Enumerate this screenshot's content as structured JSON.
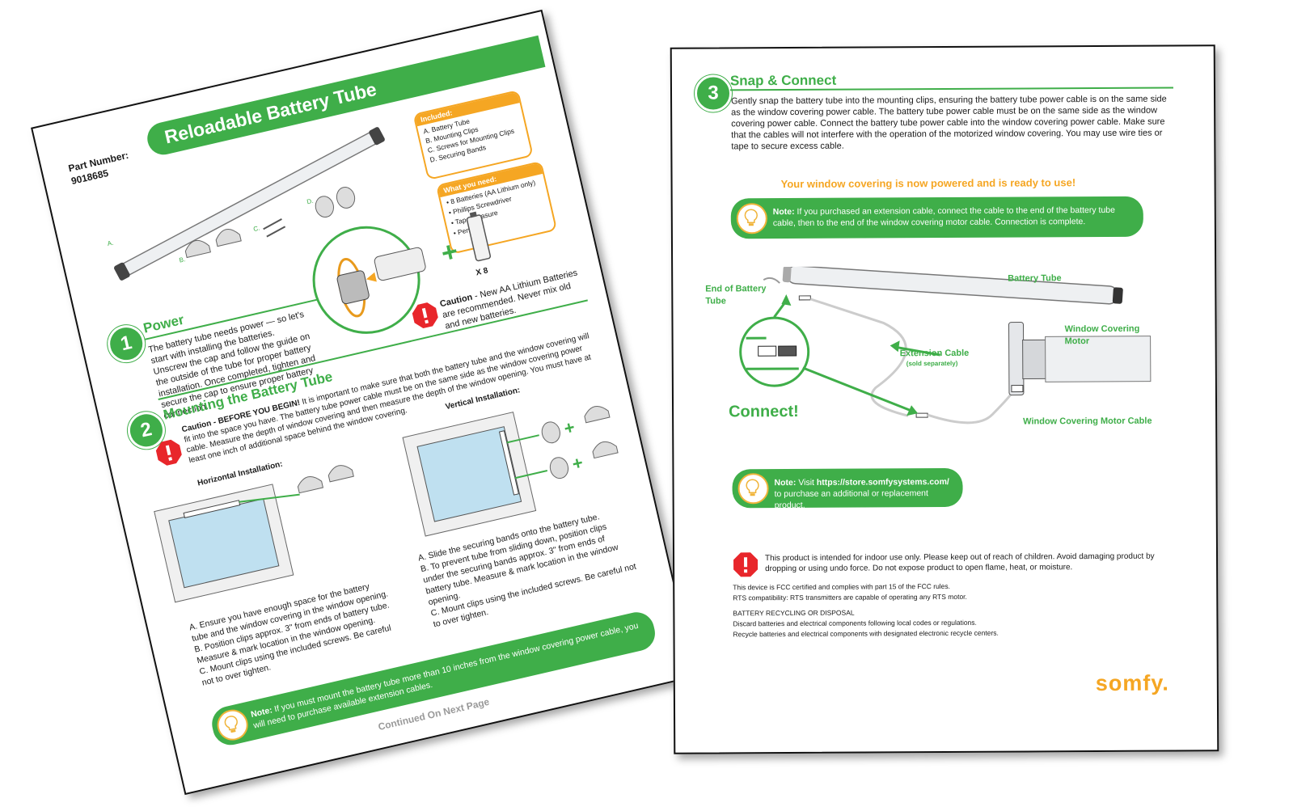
{
  "page1": {
    "part_number_label": "Part Number:",
    "part_number": "9018685",
    "title": "Reloadable Battery Tube",
    "included": {
      "heading": "Included:",
      "items": [
        "A. Battery Tube",
        "B. Mounting Clips",
        "C. Screws for Mounting Clips",
        "D. Securing Bands"
      ]
    },
    "what_you_need": {
      "heading": "What you need:",
      "items": [
        "• 8 Batteries (AA Lithium only)",
        "• Phillips Screwdriver",
        "• Tape measure",
        "• Pencil"
      ]
    },
    "part_letters": {
      "a": "A.",
      "b": "B.",
      "c": "C.",
      "d": "D."
    },
    "battery_count": "X 8",
    "power": {
      "number": "1",
      "title": "Power",
      "text": "The battery tube needs power — so let's start with installing the batteries. Unscrew the cap and follow the guide on the outside of the tube for proper battery installation. Once completed, tighten and secure the cap to ensure proper battery connection.",
      "caution_bold": "Caution",
      "caution_text": " - New AA Lithium Batteries are recommended. Never mix old and new batteries."
    },
    "mounting": {
      "number": "2",
      "title": "Mounting the Battery Tube",
      "caution_bold": "Caution - BEFORE YOU BEGIN!",
      "caution_text": " It is important to make sure that both the battery tube and the window covering will fit into the space you have. The battery tube power cable must be on the same side as the window covering power cable. Measure the depth of window covering and then measure the depth of the window opening. You must have at least one inch of additional space behind the window covering.",
      "horizontal_title": "Horizontal Installation:",
      "vertical_title": "Vertical Installation:",
      "horizontal_steps": [
        "A. Ensure you have enough space for the battery tube and the window covering in the window opening.",
        "B. Position clips approx. 3\" from ends of battery tube. Measure & mark location in the window opening.",
        "C. Mount clips using the included screws. Be careful not to over tighten."
      ],
      "vertical_steps": [
        "A. Slide the securing bands onto the battery tube.",
        "B. To prevent tube from sliding down, position clips under the securing bands approx. 3\" from ends of battery tube. Measure & mark location in the window opening.",
        "C. Mount clips using the included screws. Be careful not to over tighten."
      ]
    },
    "note_bold": "Note:",
    "note_text": " If you must mount the battery tube more than 10 inches from the window covering power cable, you will need to purchase available extension cables.",
    "continued": "Continued On Next Page"
  },
  "page2": {
    "snap": {
      "number": "3",
      "title": "Snap & Connect",
      "text": "Gently snap the battery tube into the mounting clips, ensuring the battery tube power cable is on the same side as the window covering power cable. The battery tube power cable must be on the same side as the window covering power cable. Connect the battery tube power cable into the window covering power cable. Make sure that the cables will not interfere with the operation of the motorized window covering. You may use wire ties or tape to secure excess cable."
    },
    "ready": "Your window covering is now powered and is ready to use!",
    "note1_bold": "Note:",
    "note1_text": " If you purchased an extension cable, connect the cable to the end of the battery tube cable, then to the end of the window covering motor cable. Connection is complete.",
    "labels": {
      "end_of_battery_tube": "End of Battery Tube",
      "battery_tube": "Battery Tube",
      "extension_cable": "Extension Cable",
      "sold_separately": "(sold separately)",
      "window_covering_motor": "Window Covering Motor",
      "motor_cable": "Window Covering Motor Cable",
      "connect": "Connect!"
    },
    "note2_bold": "Note:",
    "note2_pre": " Visit ",
    "note2_url": "https://store.somfysystems.com/",
    "note2_post": " to purchase an additional or replacement product.",
    "safety": "This product is intended for indoor use only.  Please keep out of reach of children. Avoid damaging product by dropping or using undo force. Do not expose product to open flame, heat, or moisture.",
    "fcc1": "This device is FCC certified and complies with part 15 of the FCC rules.",
    "fcc2": "RTS compatibility: RTS transmitters are capable of operating any RTS motor.",
    "recycle_heading": "BATTERY RECYCLING OR DISPOSAL",
    "recycle1": "Discard batteries and electrical components following local codes or regulations.",
    "recycle2": "Recycle batteries and electrical components with designated electronic recycle centers.",
    "logo": "somfy."
  },
  "colors": {
    "green": "#3fae49",
    "orange": "#f5a623",
    "red": "#e8262b"
  }
}
